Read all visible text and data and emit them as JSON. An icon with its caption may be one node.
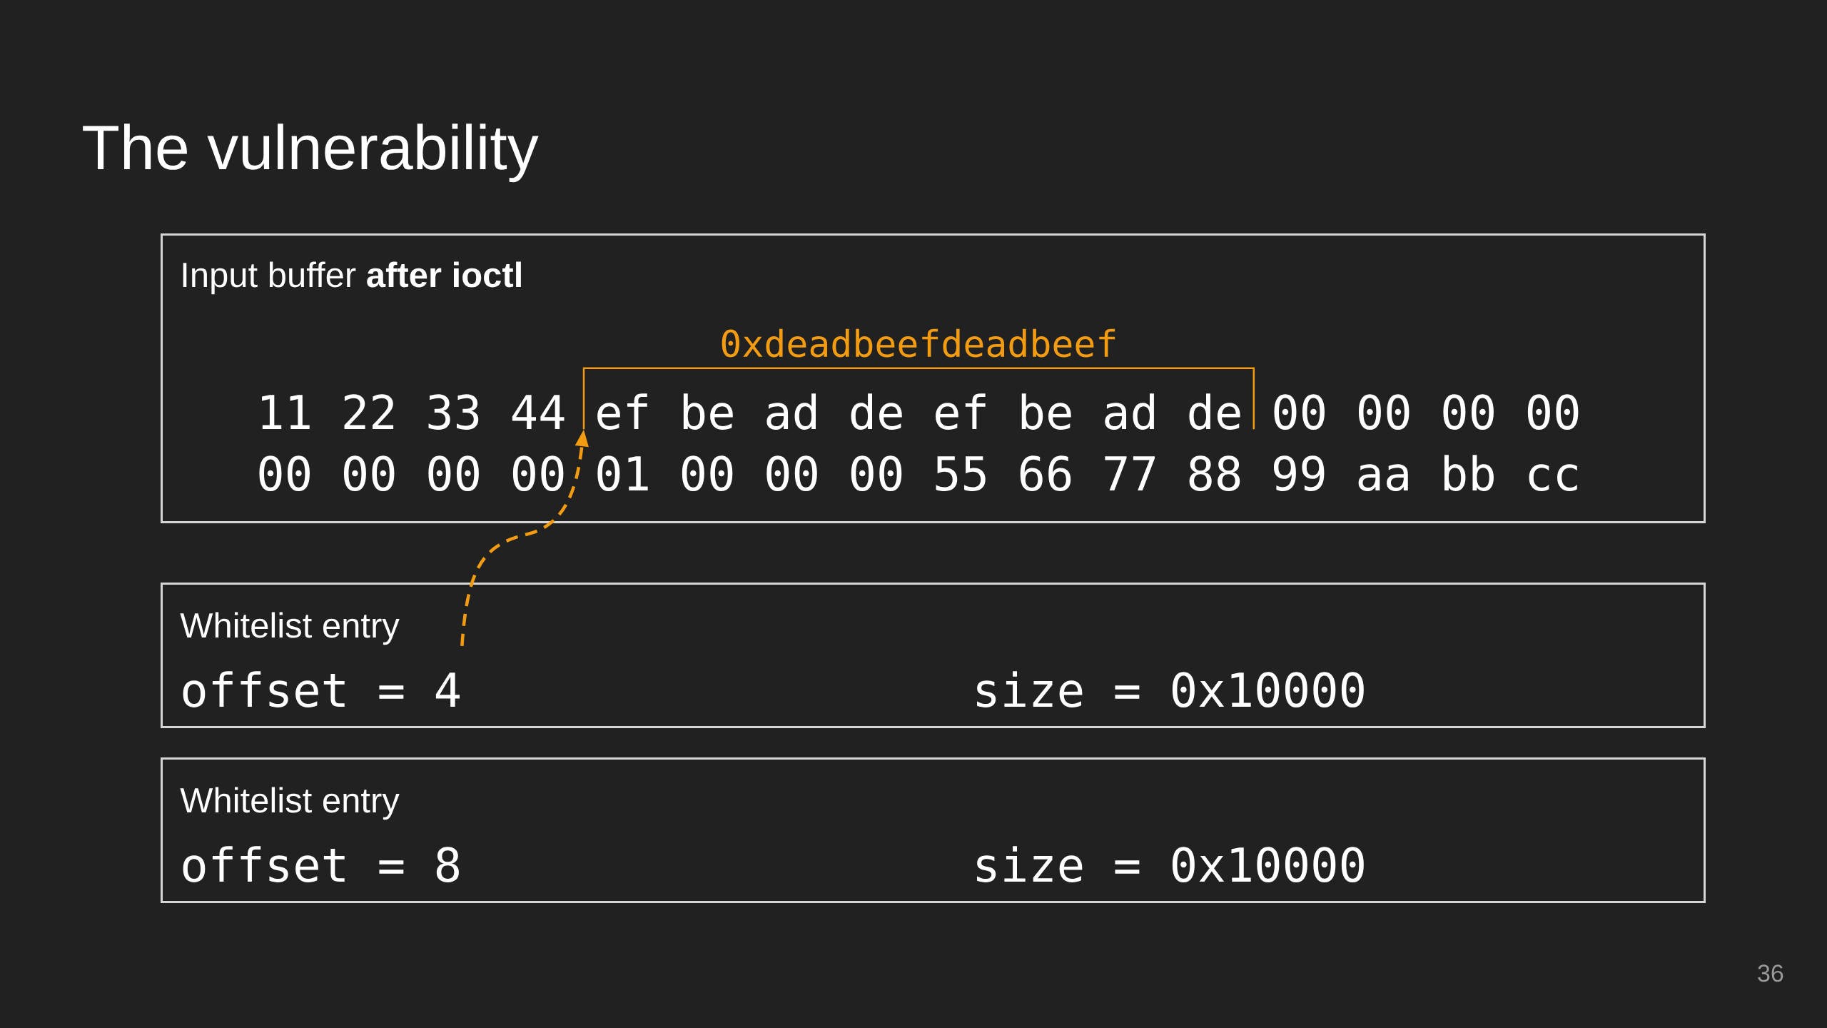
{
  "diagram": {
    "title": "The vulnerability",
    "nodes": [
      {
        "text": [
          "Input buffer **after ioctl**",
          "11 22 33 44",
          "00 00 00 00",
          "00 00 00 00 01 00 00 00 55 66 77 88 99 aa bb cc"
        ]
      },
      {
        "text": [
          "0xdeadbeefdeadbeef",
          "ef be ad de ef be ad de"
        ],
        "in": 0
      },
      {
        "text": [
          "Whitelist entry",
          "size = 0x10000"
        ]
      },
      {
        "text": [
          "offset = 4"
        ],
        "in": 2
      },
      {
        "text": [
          "Whitelist entry",
          "offset = 8",
          "size = 0x10000"
        ]
      }
    ],
    "edges": [
      {
        "from": 3,
        "to": 1,
        "arrow": "to",
        "style": "dashed",
        "color": "#f39c12"
      }
    ],
    "labels": [
      "36"
    ]
  }
}
